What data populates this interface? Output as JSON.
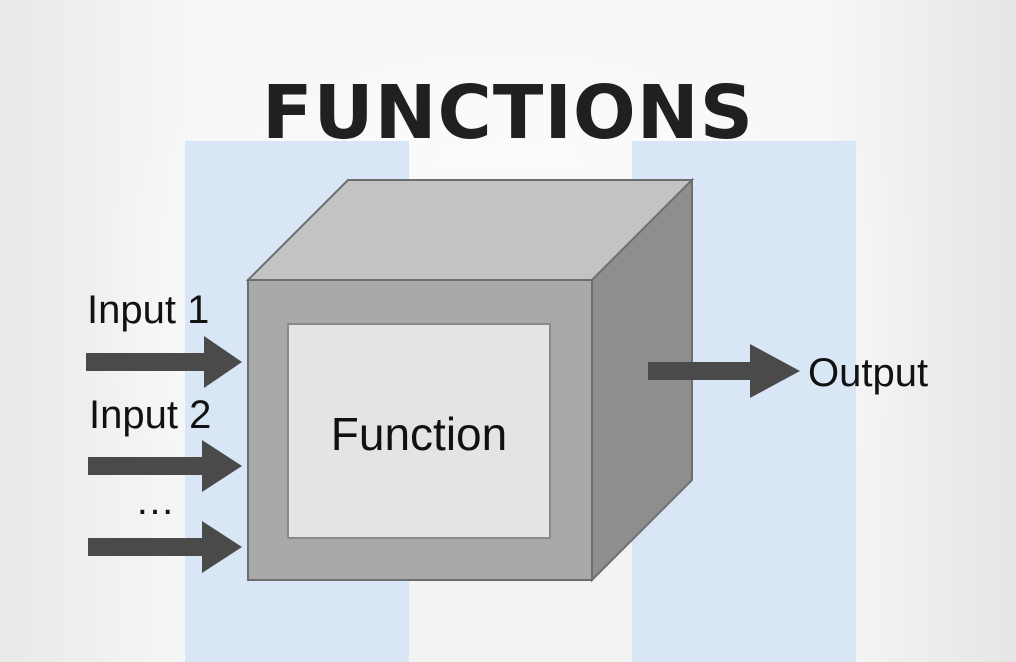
{
  "title": "FUNCTIONS",
  "diagram": {
    "box_label": "Function",
    "inputs": [
      "Input 1",
      "Input 2",
      "…"
    ],
    "output": "Output"
  },
  "colors": {
    "stripe": "#d8e6f5",
    "cube_front": "#a9a9a9",
    "cube_top": "#c3c3c3",
    "cube_side": "#8e8e8e",
    "panel": "#e4e4e4",
    "arrow": "#4a4a4a",
    "title": "#202020"
  }
}
